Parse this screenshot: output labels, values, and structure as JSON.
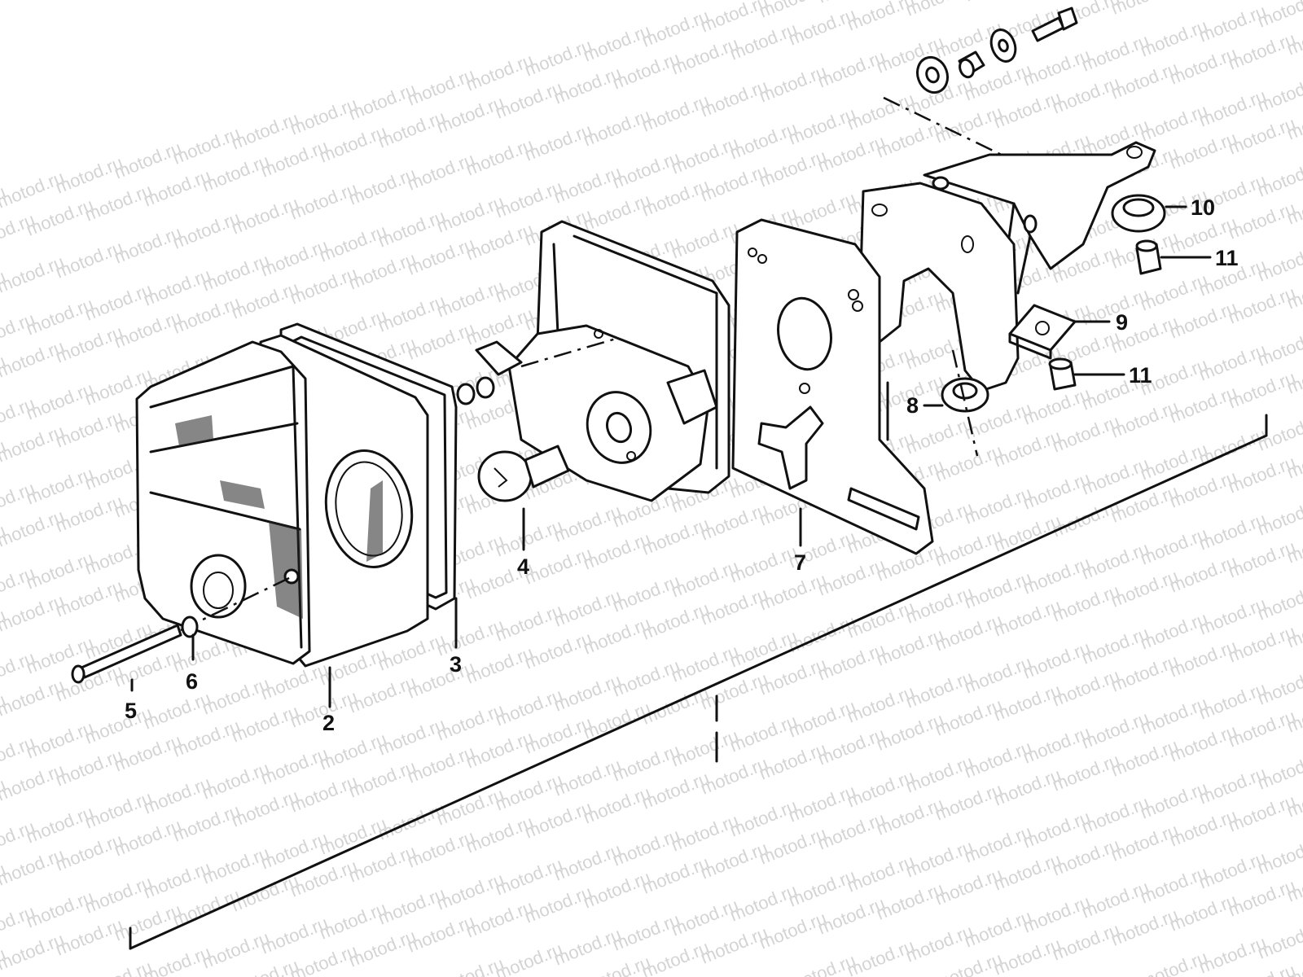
{
  "watermark": "motod.ru",
  "callouts": [
    {
      "id": "2",
      "label": "2"
    },
    {
      "id": "3",
      "label": "3"
    },
    {
      "id": "4",
      "label": "4"
    },
    {
      "id": "5",
      "label": "5"
    },
    {
      "id": "6",
      "label": "6"
    },
    {
      "id": "7",
      "label": "7"
    },
    {
      "id": "8",
      "label": "8"
    },
    {
      "id": "9",
      "label": "9"
    },
    {
      "id": "10",
      "label": "10"
    },
    {
      "id": "11a",
      "label": "11"
    },
    {
      "id": "11b",
      "label": "11"
    }
  ],
  "colors": {
    "line": "#111111",
    "watermark": "#d4d4d4",
    "background": "#ffffff"
  }
}
